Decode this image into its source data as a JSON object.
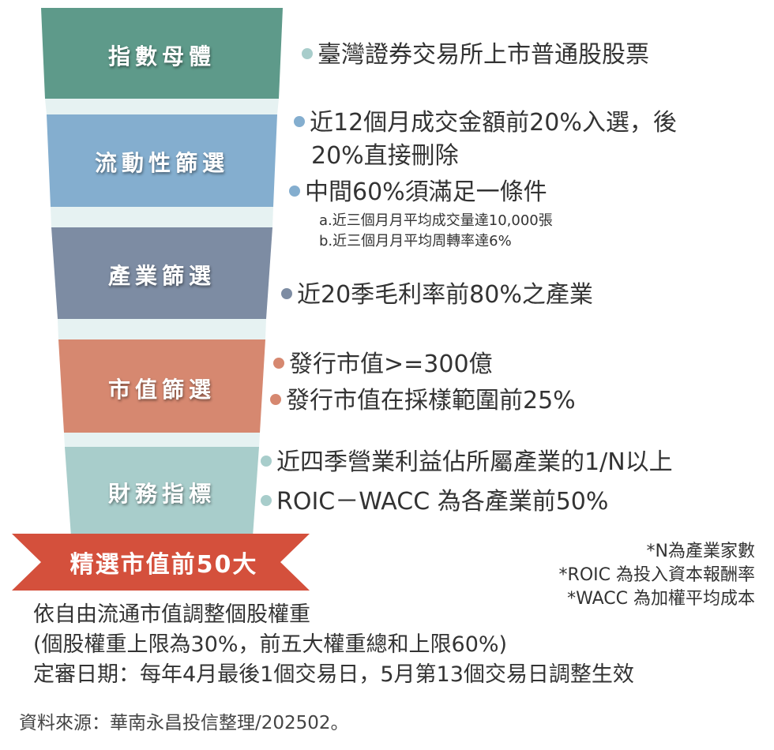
{
  "colors": {
    "stage1": "#5e9a8a",
    "stage2": "#84aecf",
    "stage3": "#7d8ca3",
    "stage4": "#d68870",
    "stage5": "#a8cdcb",
    "banner": "#d4503c",
    "gap": "#e6f2f2"
  },
  "stages": [
    {
      "label": "指數母體",
      "bullets": [
        "臺灣證券交易所上市普通股股票"
      ]
    },
    {
      "label": "流動性篩選",
      "bullets": [
        "近12個月成交金額前20%入選，後",
        "中間60%須滿足一條件"
      ],
      "continuation": "20%直接刪除",
      "sub_items": [
        "a.近三個月月平均成交量達10,000張",
        "b.近三個月月平均周轉率達6%"
      ]
    },
    {
      "label": "產業篩選",
      "bullets": [
        "近20季毛利率前80%之產業"
      ]
    },
    {
      "label": "市值篩選",
      "bullets": [
        "發行市值>=300億",
        "發行市值在採樣範圍前25%"
      ]
    },
    {
      "label": "財務指標",
      "bullets": [
        "近四季營業利益佔所屬產業的1/N以上",
        "ROIC－WACC 為各產業前50%"
      ]
    }
  ],
  "banner": "精選市值前50大",
  "notes": [
    "*N為產業家數",
    "*ROIC 為投入資本報酬率",
    "*WACC 為加權平均成本"
  ],
  "footer": [
    "依自由流通市值調整個股權重",
    "(個股權重上限為30%，前五大權重總和上限60%)",
    "定審日期：每年4月最後1個交易日，5月第13個交易日調整生效"
  ],
  "source": "資料來源：華南永昌投信整理/202502。"
}
